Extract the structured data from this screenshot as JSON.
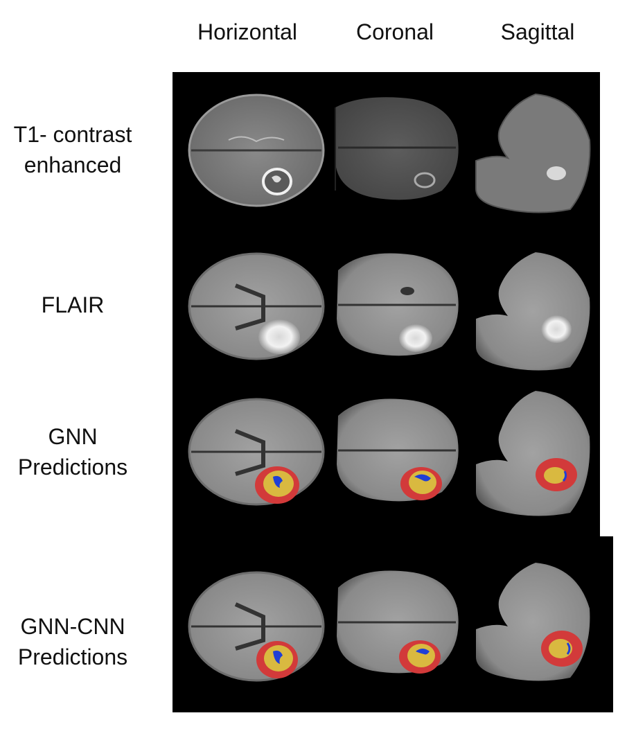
{
  "columns": {
    "horizontal": "Horizontal",
    "coronal": "Coronal",
    "sagittal": "Sagittal"
  },
  "rows": [
    {
      "line1": "T1- contrast",
      "line2": "enhanced"
    },
    {
      "line1": "FLAIR",
      "line2": ""
    },
    {
      "line1": "GNN",
      "line2": "Predictions"
    },
    {
      "line1": "GNN-CNN",
      "line2": "Predictions"
    }
  ],
  "colors": {
    "background": "#000000",
    "edema": "#d23a3a",
    "enhancing": "#d9b940",
    "necrosis": "#1f3fd6"
  }
}
